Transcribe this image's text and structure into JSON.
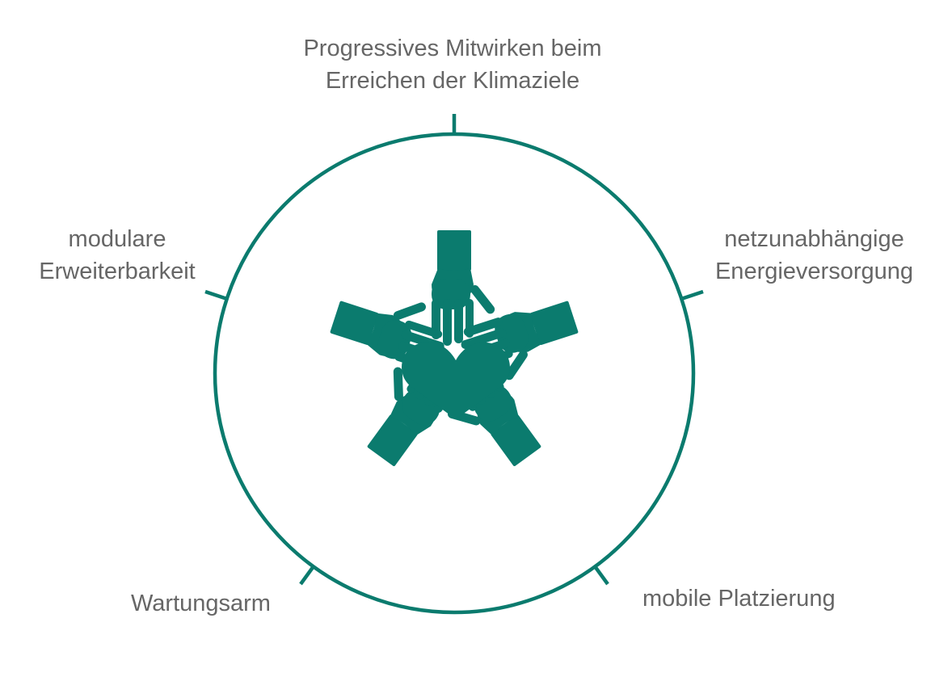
{
  "colors": {
    "accent": "#0b7b6e",
    "text": "#666666",
    "background": "#ffffff"
  },
  "labels": {
    "top": [
      "Progressives Mitwirken beim",
      "Erreichen der Klimaziele"
    ],
    "left": [
      "modulare",
      "Erweiterbarkeit"
    ],
    "right": [
      "netzunabhängige",
      "Energieversorgung"
    ],
    "bottom_left": [
      "Wartungsarm"
    ],
    "bottom_right": [
      "mobile Platzierung"
    ]
  },
  "icons": {
    "center": "heart-icon",
    "hands": "hand-icon"
  }
}
